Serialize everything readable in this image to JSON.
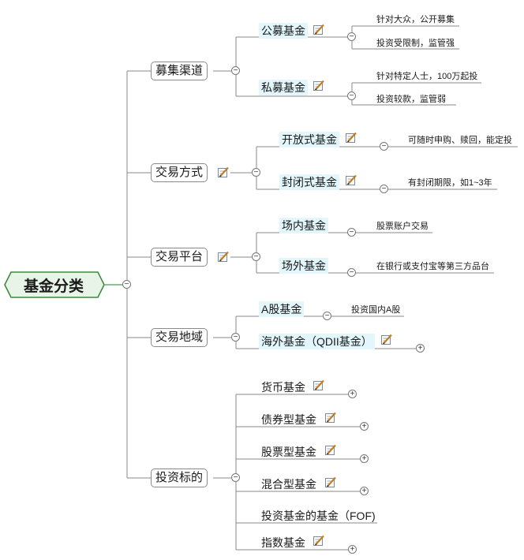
{
  "root": "基金分类",
  "branches": [
    {
      "label": "募集渠道",
      "children": [
        {
          "label": "公募基金",
          "leaves": [
            "针对大众，公开募集",
            "投资受限制，监管强"
          ]
        },
        {
          "label": "私募基金",
          "leaves": [
            "针对特定人士，100万起投",
            "投资较款，监管弱"
          ]
        }
      ]
    },
    {
      "label": "交易方式",
      "children": [
        {
          "label": "开放式基金",
          "leaves": [
            "可随时申购、赎回，能定投"
          ]
        },
        {
          "label": "封闭式基金",
          "leaves": [
            "有封闭期限，如1~3年"
          ]
        }
      ]
    },
    {
      "label": "交易平台",
      "children": [
        {
          "label": "场内基金",
          "leaves": [
            "股票账户交易"
          ]
        },
        {
          "label": "场外基金",
          "leaves": [
            "在银行或支付宝等第三方品台"
          ]
        }
      ]
    },
    {
      "label": "交易地域",
      "children": [
        {
          "label": "A股基金",
          "leaves": [
            "投资国内A股"
          ]
        },
        {
          "label": "海外基金（QDII基金）",
          "leaves": []
        }
      ]
    },
    {
      "label": "投资标的",
      "children": [
        {
          "label": "货币基金",
          "leaves": []
        },
        {
          "label": "债券型基金",
          "leaves": []
        },
        {
          "label": "股票型基金",
          "leaves": []
        },
        {
          "label": "混合型基金",
          "leaves": []
        },
        {
          "label": "投资基金的基金（FOF)",
          "leaves": []
        },
        {
          "label": "指数基金",
          "leaves": []
        }
      ]
    }
  ],
  "toggles": {
    "collapse": "−",
    "expand": "+"
  },
  "colors": {
    "root_fill": "#e8f4e8",
    "root_border": "#3f8a3f",
    "link_line": "#6fa86f",
    "tree_line": "#8a8a8a",
    "highlight": "#e3f6fb",
    "note_pencil": "#c47d1e"
  }
}
